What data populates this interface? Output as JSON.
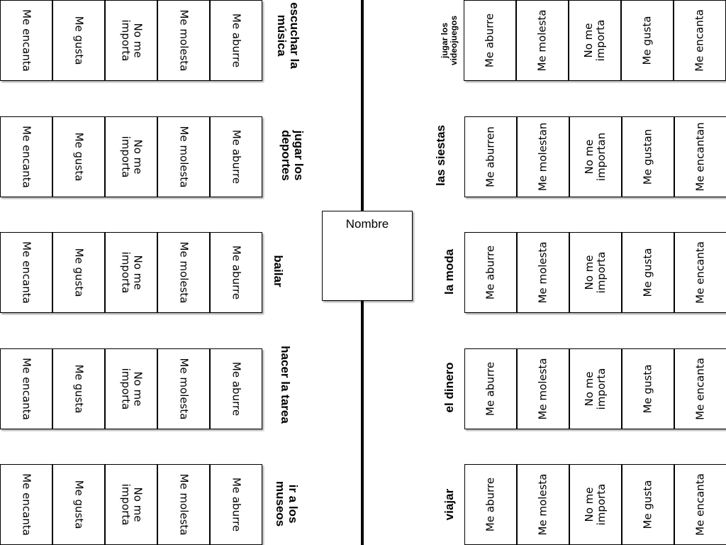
{
  "name_box": {
    "label": "Nombre"
  },
  "left_rows": [
    {
      "category": "escuchar la música",
      "cells": [
        "Me encanta",
        "Me gusta",
        "No me importa",
        "Me molesta",
        "Me aburre"
      ]
    },
    {
      "category": "jugar los deportes",
      "cells": [
        "Me encanta",
        "Me gusta",
        "No me importa",
        "Me molesta",
        "Me aburre"
      ]
    },
    {
      "category": "bailar",
      "cells": [
        "Me encanta",
        "Me gusta",
        "No me importa",
        "Me molesta",
        "Me aburre"
      ]
    },
    {
      "category": "hacer la tarea",
      "cells": [
        "Me encanta",
        "Me gusta",
        "No me importa",
        "Me molesta",
        "Me aburre"
      ]
    },
    {
      "category": "ir a los museos",
      "cells": [
        "Me encanta",
        "Me gusta",
        "No me importa",
        "Me molesta",
        "Me aburre"
      ]
    }
  ],
  "right_rows": [
    {
      "category": "jugar los videojuegos",
      "cells": [
        "Me aburre",
        "Me molesta",
        "No me importa",
        "Me gusta",
        "Me encanta"
      ]
    },
    {
      "category": "las siestas",
      "cells": [
        "Me aburren",
        "Me molestan",
        "No me importan",
        "Me gustan",
        "Me encantan"
      ]
    },
    {
      "category": "la moda",
      "cells": [
        "Me aburre",
        "Me molesta",
        "No me importa",
        "Me gusta",
        "Me encanta"
      ]
    },
    {
      "category": "el dinero",
      "cells": [
        "Me aburre",
        "Me molesta",
        "No me importa",
        "Me gusta",
        "Me encanta"
      ]
    },
    {
      "category": "viajar",
      "cells": [
        "Me aburre",
        "Me molesta",
        "No me importa",
        "Me gusta",
        "Me encanta"
      ]
    }
  ]
}
